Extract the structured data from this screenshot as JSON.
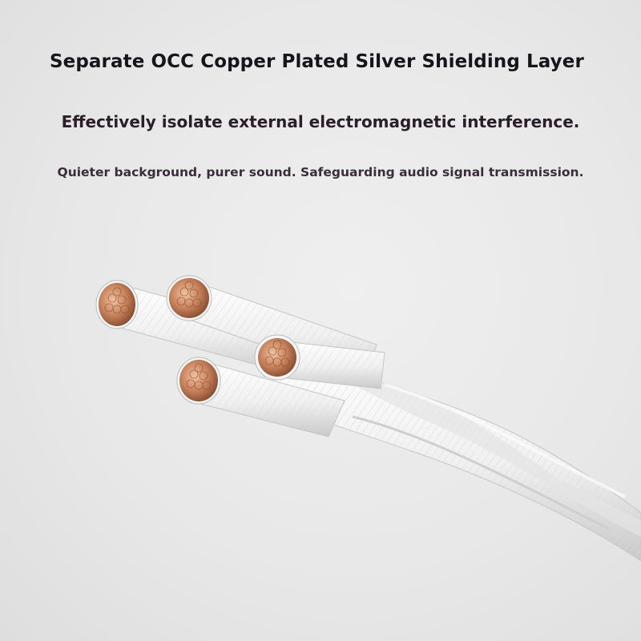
{
  "headline": "Separate OCC Copper Plated Silver Shielding Layer",
  "subhead": "Effectively isolate external electromagnetic interference.",
  "caption": "Quieter background, purer sound. Safeguarding audio signal transmission.",
  "illustration": {
    "subject": "four-core braided white cable with exposed copper strands",
    "colors": {
      "sheath": "#f4f4f4",
      "copper": "#c07a55",
      "shadow": "#bdbdbd"
    }
  }
}
